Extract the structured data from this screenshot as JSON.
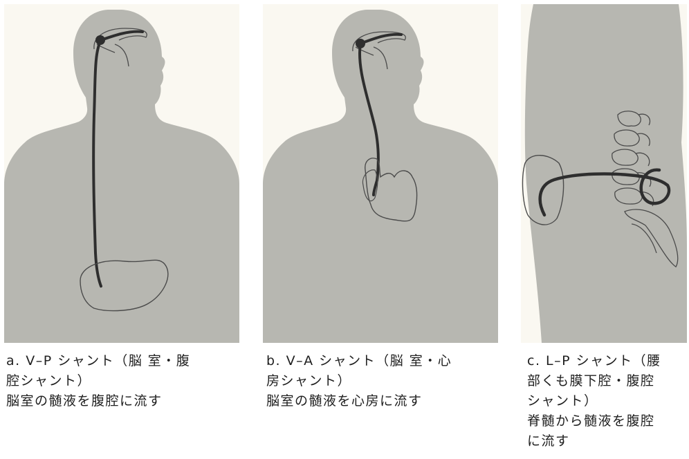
{
  "panels": [
    {
      "id": "a",
      "title": "a.  V–P シャント（脳室・腹腔シャント）",
      "title_lines": [
        "a.  V–P シャント（脳 室・腹",
        "腔シャント）"
      ],
      "description": "脳室の髄液を腹腔に流す"
    },
    {
      "id": "b",
      "title": "b.  V–A シャント（脳室・心房シャント）",
      "title_lines": [
        "b.  V–A シャント（脳 室・心",
        "房シャント）"
      ],
      "description": "脳室の髄液を心房に流す"
    },
    {
      "id": "c",
      "title": "c.  L–P シャント（腰部くも膜下腔・腹腔シャント）",
      "title_lines": [
        "c.  L–P シャント（腰",
        "部くも膜下腔・腹腔",
        "シャント）"
      ],
      "description_lines": [
        "脊髄から髄液を腹腔",
        "に流す"
      ]
    }
  ],
  "colors": {
    "body_silhouette": "#b7b7b1",
    "tube": "#2e2e2e",
    "organ_outline": "#4a4a4a",
    "panel_background": "#faf8f1"
  }
}
